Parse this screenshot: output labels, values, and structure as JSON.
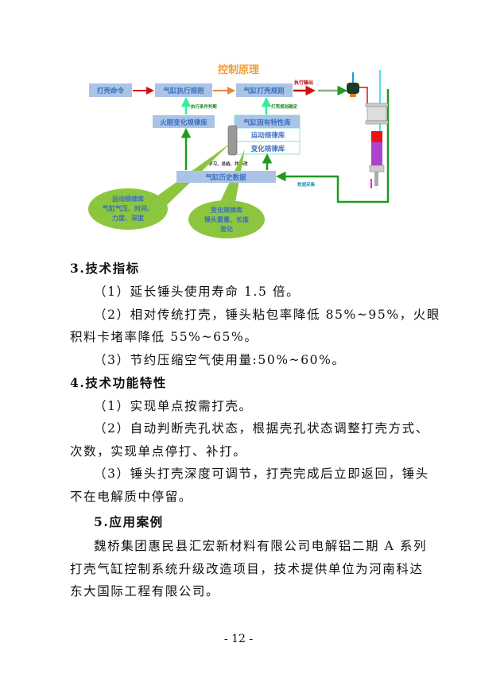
{
  "diagram": {
    "title": "控制原理",
    "boxes": {
      "command": "打壳命令",
      "exec_rule": "气缸执行规则",
      "strike_rule": "气缸打壳规则",
      "fire_eye_lib": "火眼变化规律库",
      "cylinder_lib": "气缸固有特性库",
      "motion_lib": "运动规律库",
      "change_lib": "变化规律库",
      "history": "气缸历史数据"
    },
    "labels": {
      "exec_output": "执行输出",
      "exec_condition": "执行条件判断",
      "strike_confirm": "打壳规则确定",
      "learn": "学习、总结、并修改",
      "data_collect": "数据采集"
    },
    "bubbles": {
      "motion": [
        "运动规律库",
        "气缸气压、时间、",
        "力度、深度"
      ],
      "change": [
        "变化规律库",
        "锤头重量、长度",
        "变化"
      ]
    },
    "colors": {
      "title": "#f0a030",
      "box": "#a9c4e6",
      "box_text": "#3a6fc0",
      "green": "#1e9a1e",
      "bubble": "#8cc63f"
    }
  },
  "sections": [
    {
      "heading": "3.技术指标",
      "paragraphs": [
        [
          "（1）延长锤头使用寿命 1.5 倍。"
        ],
        [
          "（2）相对传统打壳，锤头粘包率降低 85%~95%，火眼",
          "积料卡堵率降低 55%~65%。"
        ],
        [
          "（3）节约压缩空气使用量:50%~60%。"
        ]
      ]
    },
    {
      "heading": "4.技术功能特性",
      "paragraphs": [
        [
          "（1）实现单点按需打壳。"
        ],
        [
          "（2）自动判断壳孔状态，根据壳孔状态调整打壳方式、",
          "次数，实现单点停打、补打。"
        ],
        [
          "（3）锤头打壳深度可调节，打壳完成后立即返回，锤头",
          "不在电解质中停留。"
        ]
      ]
    },
    {
      "heading": "5.应用案例",
      "paragraphs": [
        [
          "魏桥集团惠民县汇宏新材料有限公司电解铝二期 A 系列",
          "打壳气缸控制系统升级改造项目，技术提供单位为河南科达",
          "东大国际工程有限公司。"
        ]
      ]
    }
  ],
  "page_number": "- 12 -"
}
